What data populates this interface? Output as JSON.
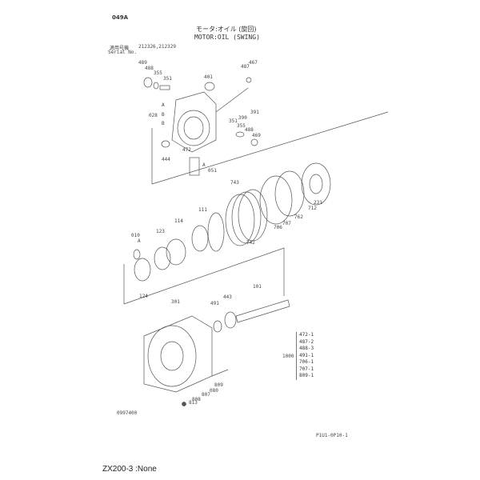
{
  "page_code": "049A",
  "title_jp": "モータ:オイル (旋回)",
  "title_en": "MOTOR:OIL (SWING)",
  "serial_label_jp": "適用号機",
  "serial_label_en": "Serial No.",
  "serial_numbers": "212326,212329",
  "callouts": [
    "489",
    "488",
    "355",
    "351",
    "401",
    "487",
    "467",
    "391",
    "390",
    "351",
    "355",
    "488",
    "469",
    "028",
    "A",
    "B",
    "B",
    "472",
    "444",
    "051",
    "A",
    "743",
    "111",
    "114",
    "123",
    "010",
    "A",
    "742",
    "706",
    "707",
    "762",
    "712",
    "231",
    "124",
    "301",
    "491",
    "443",
    "101",
    "808",
    "807",
    "080",
    "809",
    "813"
  ],
  "kit": {
    "number": "1000",
    "items": [
      "472-1",
      "487-2",
      "488-3",
      "491-1",
      "706-1",
      "707-1",
      "809-1"
    ]
  },
  "drawing_number": "0997400",
  "sheet_code": "P1U1-0P10-1",
  "footer": "ZX200-3 :None"
}
